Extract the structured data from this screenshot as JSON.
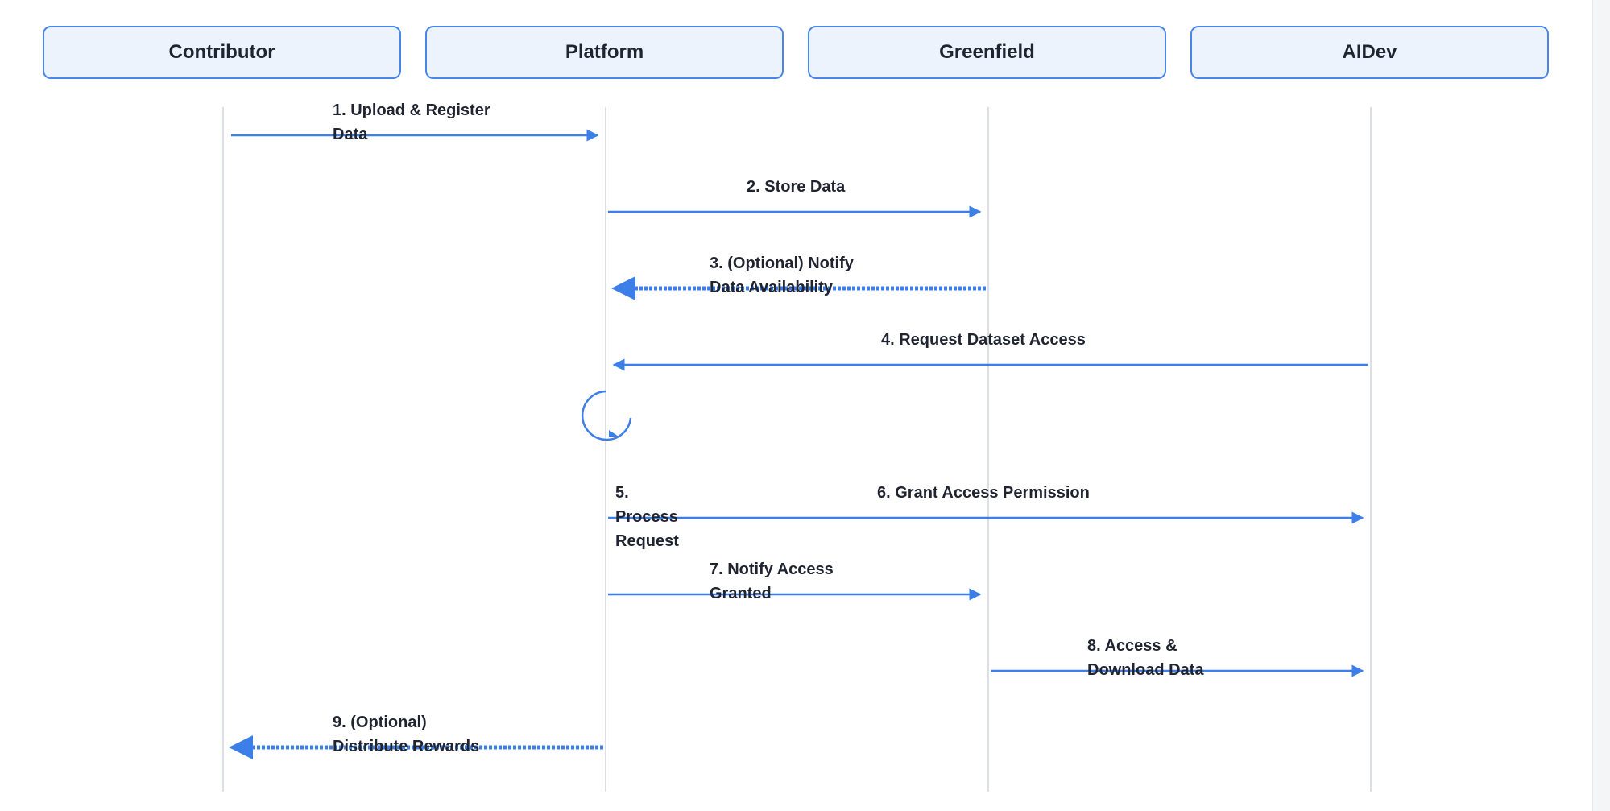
{
  "actors": [
    {
      "id": "contributor",
      "label": "Contributor"
    },
    {
      "id": "platform",
      "label": "Platform"
    },
    {
      "id": "greenfield",
      "label": "Greenfield"
    },
    {
      "id": "aidev",
      "label": "AIDev"
    }
  ],
  "messages": [
    {
      "id": "m1",
      "label": "1. Upload & Register\nData",
      "from": "contributor",
      "to": "platform",
      "style": "solid"
    },
    {
      "id": "m2",
      "label": "2. Store Data",
      "from": "platform",
      "to": "greenfield",
      "style": "solid"
    },
    {
      "id": "m3",
      "label": "3. (Optional) Notify\nData Availability",
      "from": "greenfield",
      "to": "platform",
      "style": "dashed"
    },
    {
      "id": "m4",
      "label": "4. Request Dataset Access",
      "from": "aidev",
      "to": "platform",
      "style": "solid"
    },
    {
      "id": "m5",
      "label": "5.\nProcess\nRequest",
      "from": "platform",
      "to": "platform",
      "style": "self"
    },
    {
      "id": "m6",
      "label": "6. Grant Access Permission",
      "from": "platform",
      "to": "aidev",
      "style": "solid"
    },
    {
      "id": "m7",
      "label": "7. Notify Access\nGranted",
      "from": "platform",
      "to": "greenfield",
      "style": "solid"
    },
    {
      "id": "m8",
      "label": "8. Access &\nDownload Data",
      "from": "greenfield",
      "to": "aidev",
      "style": "solid"
    },
    {
      "id": "m9",
      "label": "9. (Optional)\nDistribute Rewards",
      "from": "platform",
      "to": "contributor",
      "style": "dashed"
    }
  ],
  "colors": {
    "accent": "#3d7fe8",
    "lifeline": "#dcdfe4",
    "text": "#1f2430",
    "box_fill": "#edf3fd",
    "box_border": "#4a86e8"
  }
}
